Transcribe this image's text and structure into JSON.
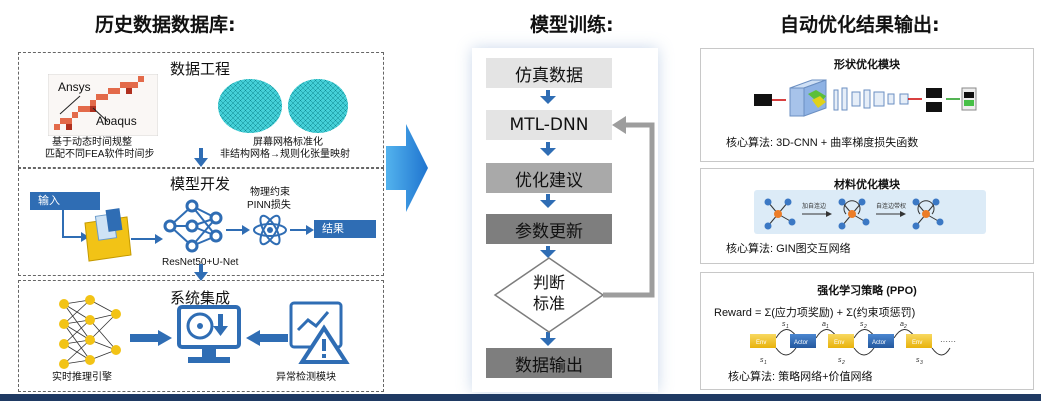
{
  "left": {
    "title": "历史数据数据库:",
    "data_engineering": {
      "title": "数据工程",
      "tag_ansys": "Ansys",
      "tag_abaqus": "Abaqus",
      "caption_left_1": "基于动态时间规整",
      "caption_left_2": "匹配不同FEA软件时间步",
      "caption_right_1": "屏幕网格标准化",
      "caption_right_2": "非结构网格→规则化张量映射"
    },
    "model_dev": {
      "title": "模型开发",
      "input_label": "输入",
      "physics_1": "物理约束",
      "physics_2": "PINN损失",
      "result_label": "结果",
      "network_label": "ResNet50+U-Net"
    },
    "system": {
      "title": "系统集成",
      "realtime_label": "实时推理引擎",
      "anomaly_label": "异常检测模块"
    }
  },
  "middle": {
    "title": "模型训练:",
    "steps": [
      "仿真数据",
      "MTL-DNN",
      "优化建议",
      "参数更新"
    ],
    "decision_1": "判断",
    "decision_2": "标准",
    "output": "数据输出"
  },
  "right": {
    "title": "自动优化结果输出:",
    "shape": {
      "title": "形状优化模块",
      "core": "核心算法:  3D-CNN + 曲率梯度损失函数"
    },
    "material": {
      "title": "材料优化模块",
      "core": "核心算法:  GIN图交互网络",
      "edge_add": "加自连边",
      "edge_weight": "自连边带权"
    },
    "rl": {
      "title": "强化学习策略 (PPO)",
      "formula": "Reward = Σ(应力项奖励) + Σ(约束项惩罚)",
      "env": "Env",
      "actor": "Actor",
      "dots": "······",
      "s1": "s",
      "s1sub": "1",
      "a1": "a",
      "a1sub": "1",
      "s2sub": "2",
      "a2sub": "2",
      "s3sub": "3",
      "core": "核心算法:  策略网络+价值网络"
    }
  },
  "colors": {
    "blue": "#2f6db4",
    "arrow": "#2e7bd6",
    "yellow": "#f2c316",
    "gray_step": "#8a8a8a",
    "light_step": "#e3e3e3"
  }
}
